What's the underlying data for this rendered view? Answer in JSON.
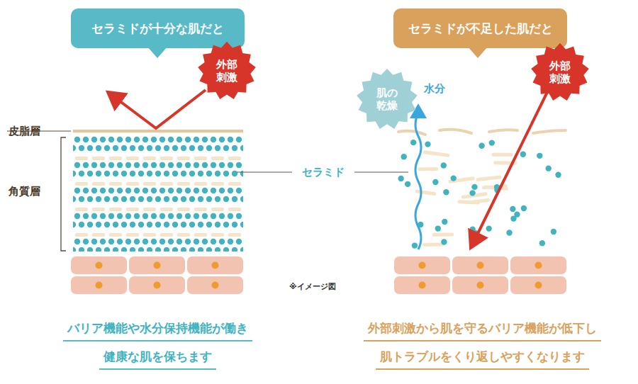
{
  "diagram": {
    "nodes": [
      {
        "text": [
          "セラミドが十分な肌だと"
        ]
      },
      {
        "text": [
          "外部刺激"
        ]
      },
      {
        "text": [
          "肌の乾燥"
        ]
      },
      {
        "text": [
          "セラミドが不足した肌だと"
        ]
      },
      {
        "text": [
          "外部刺激"
        ]
      }
    ],
    "labels": [
      "皮脂層",
      "角質層",
      "セラミド",
      "※イメージ図",
      "水分",
      "バリア機能や水分保持機能が働き",
      "健康な肌を保ちます",
      "外部刺激から肌を守るバリア機能が低下し",
      "肌トラブルをくり返しやすくなります"
    ]
  }
}
